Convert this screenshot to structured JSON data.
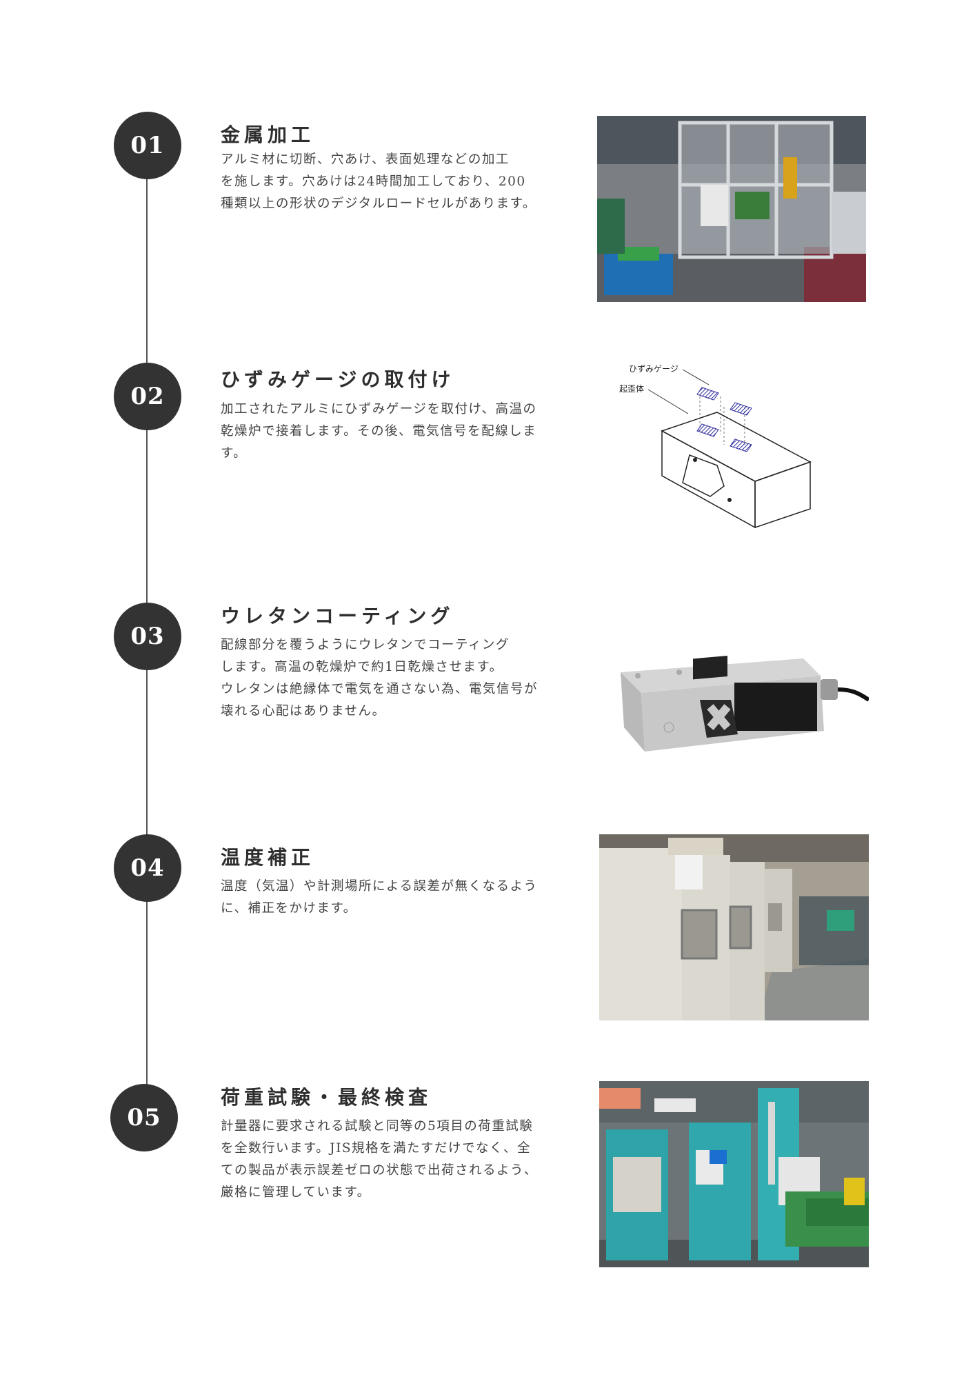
{
  "steps": [
    {
      "number": "01",
      "title": "金属加工",
      "lines": [
        "アルミ材に切断、穴あけ、表面処理などの加工",
        "を施します。穴あけは24時間加工しており、200",
        "種類以上の形状のデジタルロードセルがあります。"
      ],
      "image": "factory-machining-cell-photo"
    },
    {
      "number": "02",
      "title": "ひずみゲージの取付け",
      "lines": [
        "加工されたアルミにひずみゲージを取付け、高温の",
        "乾燥炉で接着します。その後、電気信号を配線しま",
        "す。"
      ],
      "image": "strain-gauge-diagram",
      "diagram_labels": {
        "gauge": "ひずみゲージ",
        "body": "起歪体"
      }
    },
    {
      "number": "03",
      "title": "ウレタンコーティング",
      "lines": [
        "配線部分を覆うようにウレタンでコーティング",
        "します。高温の乾燥炉で約1日乾燥させます。",
        "ウレタンは絶縁体で電気を通さない為、電気信号が",
        "壊れる心配はありません。"
      ],
      "image": "load-cell-product-photo"
    },
    {
      "number": "04",
      "title": "温度補正",
      "lines": [
        "温度（気温）や計測場所による誤差が無くなるよう",
        "に、補正をかけます。"
      ],
      "image": "temperature-chamber-photo"
    },
    {
      "number": "05",
      "title": "荷重試験・最終検査",
      "lines": [
        "計量器に要求される試験と同等の5項目の荷重試験",
        "を全数行います。JIS規格を満たすだけでなく、全",
        "ての製品が表示誤差ゼロの状態で出荷されるよう、",
        "厳格に管理しています。"
      ],
      "image": "load-test-machine-photo"
    }
  ],
  "colors": {
    "circle": "#333333",
    "text": "#3a3a3a",
    "line": "#555555"
  }
}
